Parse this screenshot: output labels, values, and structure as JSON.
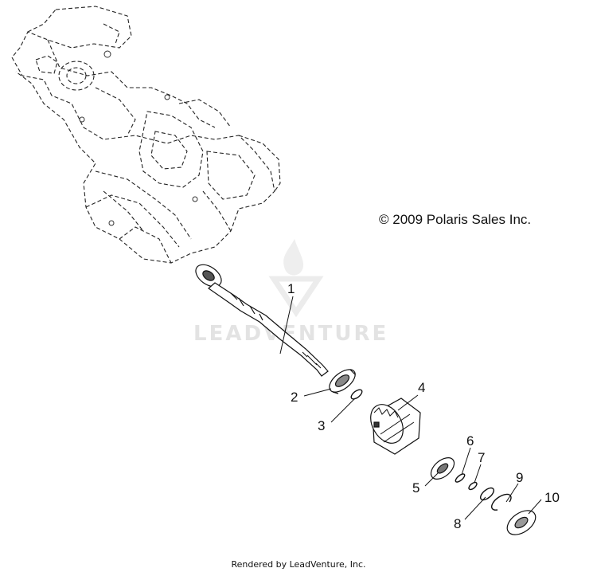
{
  "copyright": "© 2009 Polaris Sales Inc.",
  "footer": "Rendered by LeadVenture, Inc.",
  "watermark": "LEADVENTURE",
  "callouts": [
    "1",
    "2",
    "3",
    "4",
    "5",
    "6",
    "7",
    "8",
    "9",
    "10"
  ]
}
